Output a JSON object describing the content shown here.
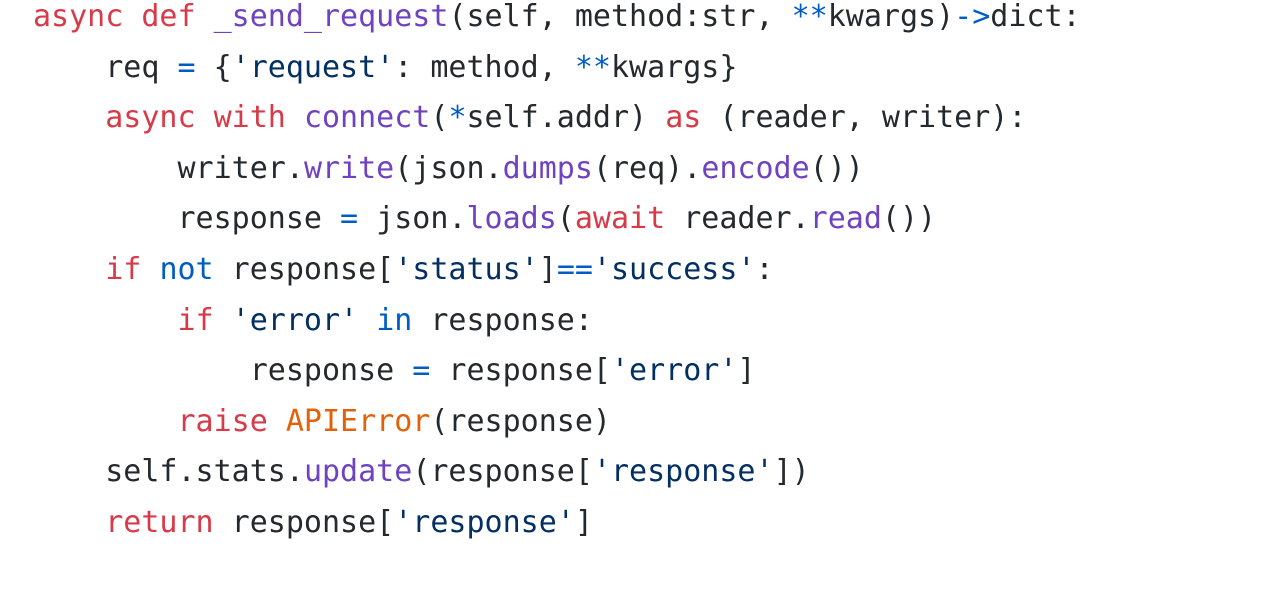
{
  "colors": {
    "background": "#ffffff",
    "text": "#24292e",
    "keyword": "#d73a49",
    "function": "#6f42c1",
    "string": "#032f62",
    "operator": "#005cc5",
    "class": "#e36209"
  },
  "code": {
    "language": "python",
    "lines": [
      [
        {
          "text": "async",
          "kind": "kw"
        },
        {
          "text": " ",
          "kind": "txt"
        },
        {
          "text": "def",
          "kind": "kw"
        },
        {
          "text": " ",
          "kind": "txt"
        },
        {
          "text": "_send_request",
          "kind": "def"
        },
        {
          "text": "(self, method:str, ",
          "kind": "txt"
        },
        {
          "text": "**",
          "kind": "op"
        },
        {
          "text": "kwargs)",
          "kind": "txt"
        },
        {
          "text": "->",
          "kind": "op"
        },
        {
          "text": "dict:",
          "kind": "txt"
        }
      ],
      [
        {
          "text": "    req ",
          "kind": "txt"
        },
        {
          "text": "=",
          "kind": "op"
        },
        {
          "text": " {",
          "kind": "txt"
        },
        {
          "text": "'request'",
          "kind": "str"
        },
        {
          "text": ": method, ",
          "kind": "txt"
        },
        {
          "text": "**",
          "kind": "op"
        },
        {
          "text": "kwargs}",
          "kind": "txt"
        }
      ],
      [
        {
          "text": "    ",
          "kind": "txt"
        },
        {
          "text": "async",
          "kind": "kw"
        },
        {
          "text": " ",
          "kind": "txt"
        },
        {
          "text": "with",
          "kind": "kw"
        },
        {
          "text": " ",
          "kind": "txt"
        },
        {
          "text": "connect",
          "kind": "def"
        },
        {
          "text": "(",
          "kind": "txt"
        },
        {
          "text": "*",
          "kind": "op"
        },
        {
          "text": "self.addr) ",
          "kind": "txt"
        },
        {
          "text": "as",
          "kind": "kw"
        },
        {
          "text": " (reader, writer):",
          "kind": "txt"
        }
      ],
      [
        {
          "text": "        writer.",
          "kind": "txt"
        },
        {
          "text": "write",
          "kind": "def"
        },
        {
          "text": "(json.",
          "kind": "txt"
        },
        {
          "text": "dumps",
          "kind": "def"
        },
        {
          "text": "(req).",
          "kind": "txt"
        },
        {
          "text": "encode",
          "kind": "def"
        },
        {
          "text": "())",
          "kind": "txt"
        }
      ],
      [
        {
          "text": "        response ",
          "kind": "txt"
        },
        {
          "text": "=",
          "kind": "op"
        },
        {
          "text": " json.",
          "kind": "txt"
        },
        {
          "text": "loads",
          "kind": "def"
        },
        {
          "text": "(",
          "kind": "txt"
        },
        {
          "text": "await",
          "kind": "kw"
        },
        {
          "text": " reader.",
          "kind": "txt"
        },
        {
          "text": "read",
          "kind": "def"
        },
        {
          "text": "())",
          "kind": "txt"
        }
      ],
      [
        {
          "text": "    ",
          "kind": "txt"
        },
        {
          "text": "if",
          "kind": "kw"
        },
        {
          "text": " ",
          "kind": "txt"
        },
        {
          "text": "not",
          "kind": "op"
        },
        {
          "text": " response[",
          "kind": "txt"
        },
        {
          "text": "'status'",
          "kind": "str"
        },
        {
          "text": "]",
          "kind": "txt"
        },
        {
          "text": "==",
          "kind": "op"
        },
        {
          "text": "'success'",
          "kind": "str"
        },
        {
          "text": ":",
          "kind": "txt"
        }
      ],
      [
        {
          "text": "        ",
          "kind": "txt"
        },
        {
          "text": "if",
          "kind": "kw"
        },
        {
          "text": " ",
          "kind": "txt"
        },
        {
          "text": "'error'",
          "kind": "str"
        },
        {
          "text": " ",
          "kind": "txt"
        },
        {
          "text": "in",
          "kind": "op"
        },
        {
          "text": " response:",
          "kind": "txt"
        }
      ],
      [
        {
          "text": "            response ",
          "kind": "txt"
        },
        {
          "text": "=",
          "kind": "op"
        },
        {
          "text": " response[",
          "kind": "txt"
        },
        {
          "text": "'error'",
          "kind": "str"
        },
        {
          "text": "]",
          "kind": "txt"
        }
      ],
      [
        {
          "text": "        ",
          "kind": "txt"
        },
        {
          "text": "raise",
          "kind": "kw"
        },
        {
          "text": " ",
          "kind": "txt"
        },
        {
          "text": "APIError",
          "kind": "cls"
        },
        {
          "text": "(response)",
          "kind": "txt"
        }
      ],
      [
        {
          "text": "    self.stats.",
          "kind": "txt"
        },
        {
          "text": "update",
          "kind": "def"
        },
        {
          "text": "(response[",
          "kind": "txt"
        },
        {
          "text": "'response'",
          "kind": "str"
        },
        {
          "text": "])",
          "kind": "txt"
        }
      ],
      [
        {
          "text": "    ",
          "kind": "txt"
        },
        {
          "text": "return",
          "kind": "kw"
        },
        {
          "text": " response[",
          "kind": "txt"
        },
        {
          "text": "'response'",
          "kind": "str"
        },
        {
          "text": "]",
          "kind": "txt"
        }
      ]
    ]
  }
}
